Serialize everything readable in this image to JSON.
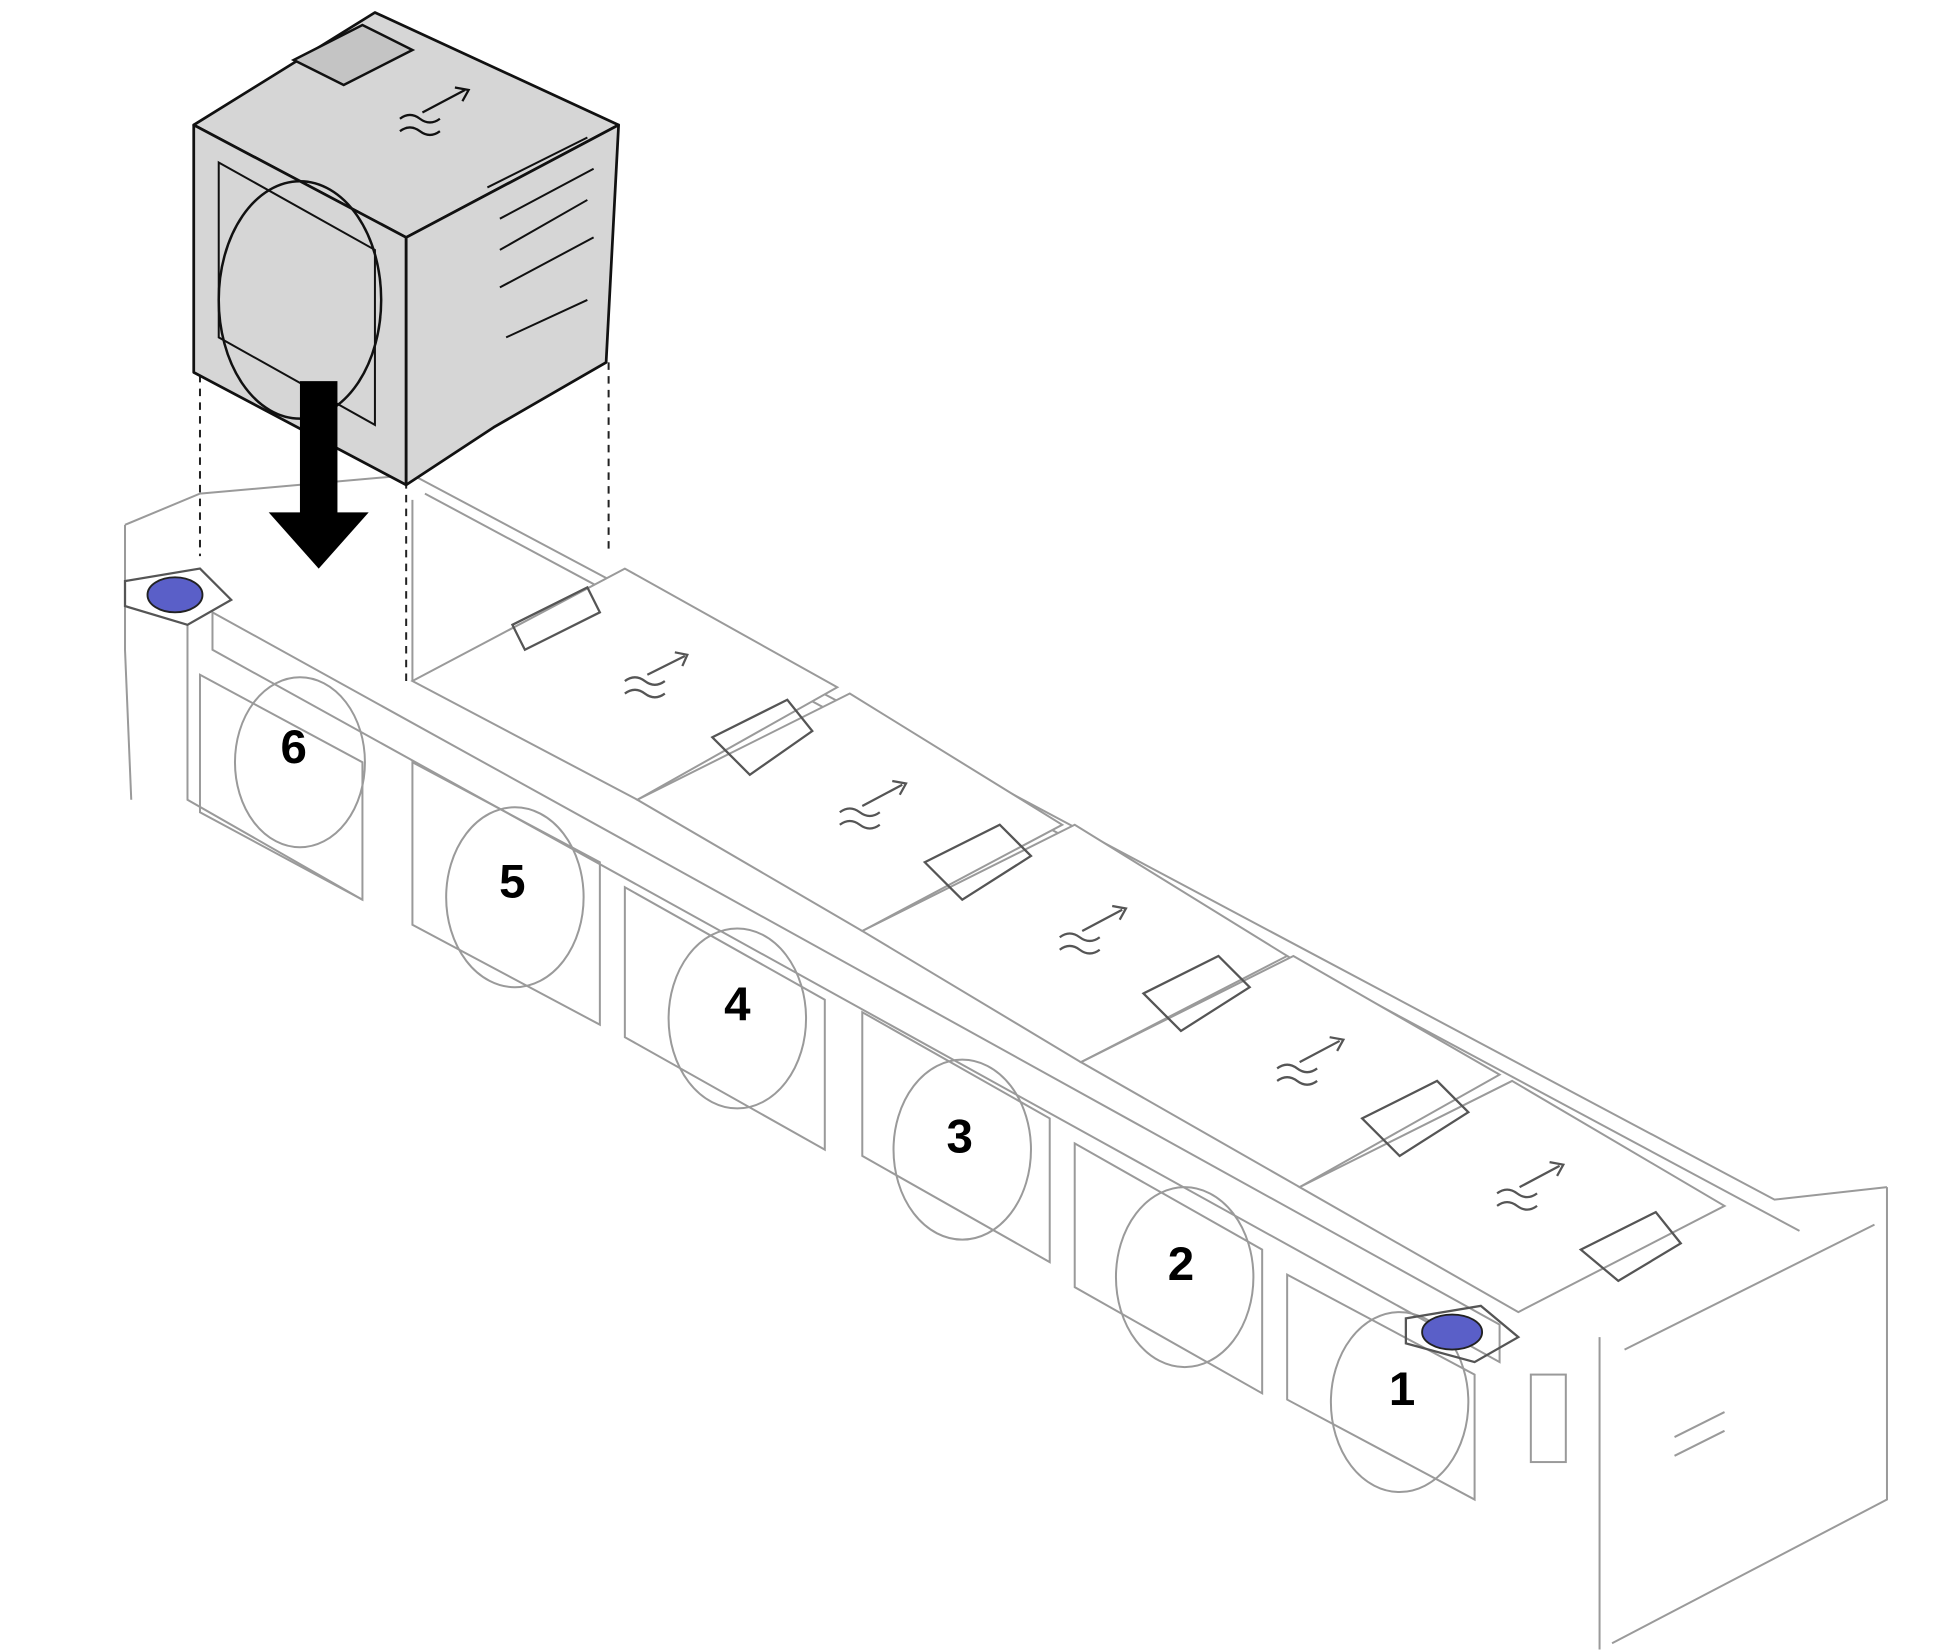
{
  "fan_bays": [
    {
      "label": "1"
    },
    {
      "label": "2"
    },
    {
      "label": "3"
    },
    {
      "label": "4"
    },
    {
      "label": "5"
    },
    {
      "label": "6"
    }
  ],
  "colors": {
    "latch": "#5a5fc8",
    "module": "#d6d6d6",
    "outline": "#9a9a9a"
  }
}
